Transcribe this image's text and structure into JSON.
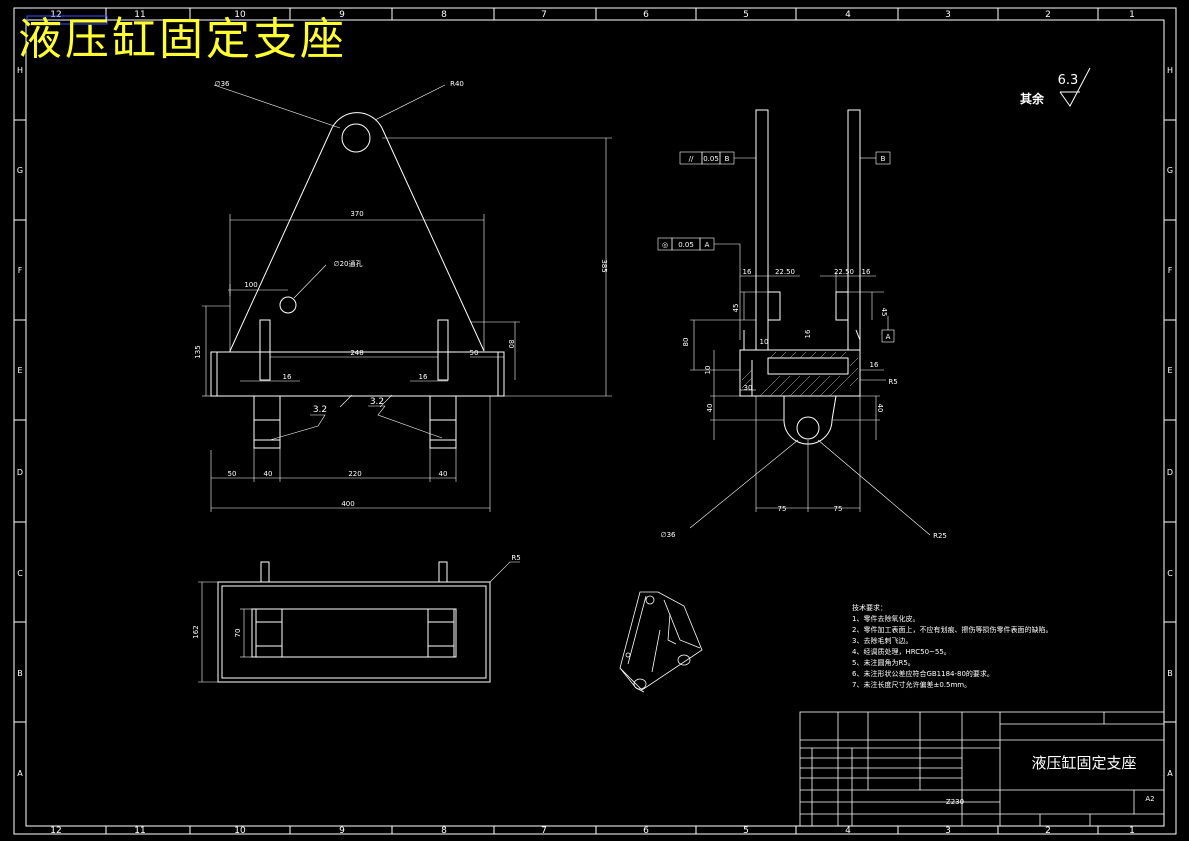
{
  "drawing": {
    "header_title": "液压缸固定支座",
    "title_block_title": "液压缸固定支座",
    "material": "Z230",
    "sheet_size": "A2",
    "surface_roughness": {
      "label": "其余",
      "value": "6.3"
    },
    "roughness_callouts": [
      "3.2",
      "3.2"
    ]
  },
  "border": {
    "col_numbers": [
      "12",
      "11",
      "10",
      "9",
      "8",
      "7",
      "6",
      "5",
      "4",
      "3",
      "2",
      "1"
    ],
    "row_letters": [
      "H",
      "G",
      "F",
      "E",
      "D",
      "C",
      "B",
      "A"
    ]
  },
  "front_view": {
    "dims": {
      "hole_dia": "∅36",
      "arc_r": "R40",
      "width_370": "370",
      "height_385": "385",
      "hole2": "∅20通孔",
      "w100": "100",
      "h135": "135",
      "w248": "248",
      "w50": "50",
      "h80": "80",
      "w16a": "16",
      "w16b": "16",
      "b50": "50",
      "b40a": "40",
      "b220": "220",
      "b40b": "40",
      "b400": "400"
    }
  },
  "side_view": {
    "tol_parallel": {
      "symbol": "//",
      "value": "0.05",
      "datum": "B"
    },
    "tol_concentric": {
      "symbol": "◎",
      "value": "0.05",
      "datum": "A"
    },
    "datum_b": "B",
    "datum_a": "A",
    "dims": {
      "d16a": "16",
      "d22_50": "22.50",
      "d22_50b": "22.50",
      "d16b": "16",
      "d45a": "45",
      "d45b": "45",
      "d80": "80",
      "d10a": "10",
      "d16c": "16",
      "d10b": "10",
      "d16d": "16",
      "d30": "30",
      "r5": "R5",
      "d40a": "40",
      "d40b": "40",
      "d75a": "75",
      "d75b": "75",
      "phi36": "∅36",
      "r25": "R25"
    }
  },
  "top_view": {
    "dims": {
      "h162": "162",
      "h70": "70",
      "r5": "R5"
    }
  },
  "tech_notes": {
    "title": "技术要求：",
    "lines": [
      "1、零件去除氧化皮。",
      "2、零件加工表面上，不应有划痕、擦伤等损伤零件表面的缺陷。",
      "3、去除毛刺飞边。",
      "4、经调质处理，HRC50~55。",
      "5、未注圆角为R5。",
      "6、未注形状公差应符合GB1184-80的要求。",
      "7、未注长度尺寸允许偏差±0.5mm。"
    ]
  }
}
